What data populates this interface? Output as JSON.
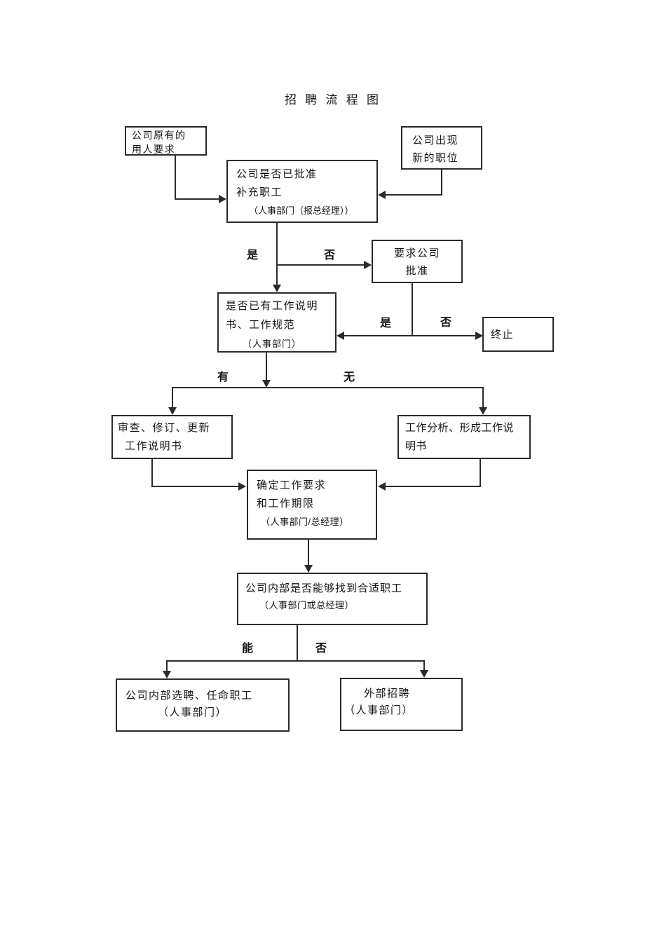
{
  "title": "招 聘 流 程 图",
  "colors": {
    "line": "#2b2b2b",
    "text": "#141414",
    "background": "#ffffff"
  },
  "nodes": {
    "existing_needs": {
      "lines": [
        "公司原有的",
        "用人要求"
      ]
    },
    "new_position": {
      "lines": [
        "公司出现",
        "新的职位"
      ]
    },
    "approval_check": {
      "lines": [
        "公司是否已批准",
        "补充职工",
        "（人事部门（报总经理））"
      ]
    },
    "request_approval": {
      "lines": [
        "要求公司",
        "批准"
      ]
    },
    "spec_check": {
      "lines": [
        "是否已有工作说明",
        "书、工作规范",
        "（人事部门）"
      ]
    },
    "terminate": {
      "lines": [
        "终止"
      ]
    },
    "review_update": {
      "lines": [
        "审查、修订、更新",
        "工作说明书"
      ]
    },
    "job_analysis": {
      "lines": [
        "工作分析、形成工作说",
        "明书"
      ]
    },
    "determine_requirements": {
      "lines": [
        "确定工作要求",
        "和工作期限",
        "（人事部门/总经理）"
      ]
    },
    "internal_candidate_check": {
      "lines": [
        "公司内部是否能够找到合适职工",
        "（人事部门或总经理）"
      ]
    },
    "internal_selection": {
      "lines": [
        "公司内部选聘、任命职工",
        "（人事部门）"
      ]
    },
    "external_recruitment": {
      "lines": [
        "外部招聘",
        "（人事部门）"
      ]
    }
  },
  "edge_labels": {
    "approval_yes": "是",
    "approval_no": "否",
    "request_yes": "是",
    "request_no": "否",
    "spec_have": "有",
    "spec_none": "无",
    "internal_can": "能",
    "internal_cannot": "否"
  }
}
